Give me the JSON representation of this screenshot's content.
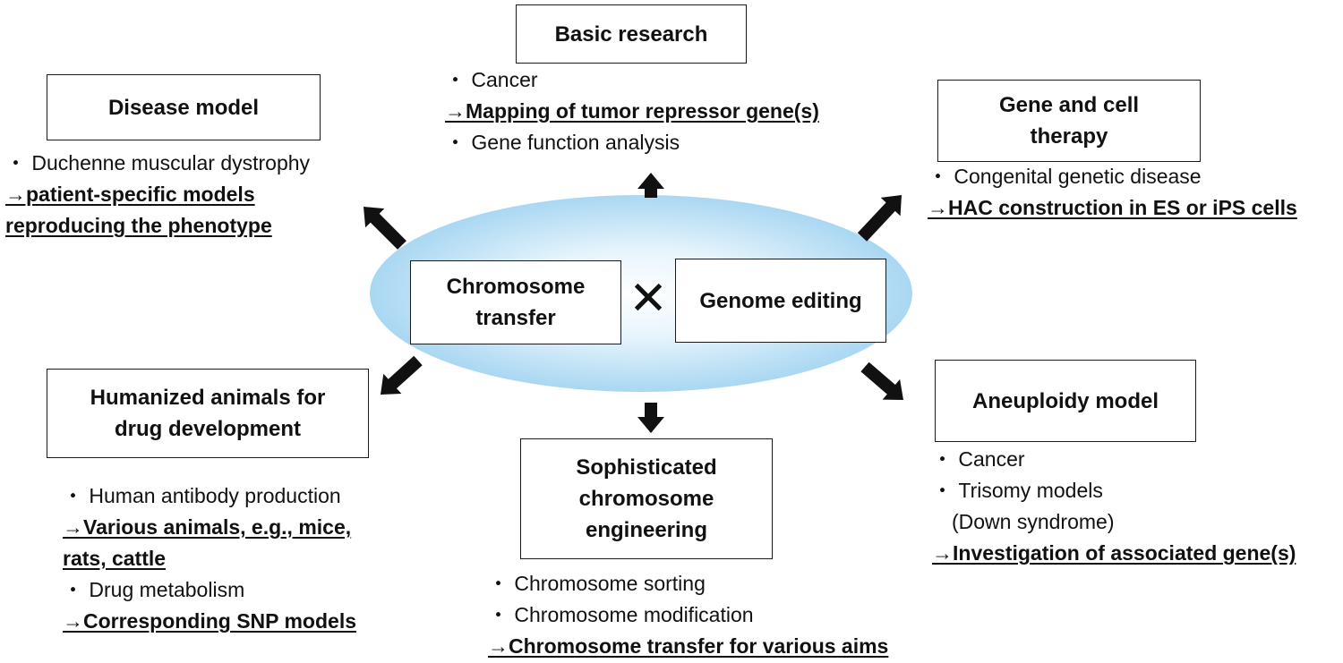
{
  "center": {
    "left_box": [
      "Chromosome",
      "transfer"
    ],
    "cross": "✕",
    "right_box": "Genome editing"
  },
  "basic_research": {
    "title": "Basic research",
    "items": [
      {
        "text": "・ Cancer",
        "bold": false
      },
      {
        "text": "→Mapping of tumor repressor gene(s)",
        "bold": true
      },
      {
        "text": "・ Gene function analysis",
        "bold": false
      }
    ]
  },
  "disease_model": {
    "title": "Disease model",
    "items": [
      {
        "text": "・ Duchenne muscular dystrophy",
        "bold": false
      },
      {
        "text": "→patient-specific models",
        "bold": true
      },
      {
        "text": "reproducing the phenotype",
        "bold": true
      }
    ]
  },
  "gene_cell_therapy": {
    "title": [
      "Gene and cell",
      "therapy"
    ],
    "items": [
      {
        "text": "・ Congenital genetic disease",
        "bold": false
      },
      {
        "text": "→HAC construction in ES or iPS cells",
        "bold": true
      }
    ]
  },
  "humanized_animals": {
    "title": [
      "Humanized animals for",
      "drug development"
    ],
    "items": [
      {
        "text": "・ Human antibody production",
        "bold": false
      },
      {
        "text": "→Various animals, e.g., mice,",
        "bold": true
      },
      {
        "text": "rats, cattle",
        "bold": true
      },
      {
        "text": "・ Drug metabolism",
        "bold": false
      },
      {
        "text": "→Corresponding SNP models",
        "bold": true
      }
    ]
  },
  "chromosome_engineering": {
    "title": [
      "Sophisticated",
      "chromosome",
      "engineering"
    ],
    "items": [
      {
        "text": "・ Chromosome sorting",
        "bold": false
      },
      {
        "text": "・ Chromosome modification",
        "bold": false
      },
      {
        "text": "→Chromosome transfer for various aims",
        "bold": true
      }
    ]
  },
  "aneuploidy_model": {
    "title": "Aneuploidy model",
    "items": [
      {
        "text": "・ Cancer",
        "bold": false
      },
      {
        "text": "・ Trisomy models",
        "bold": false
      },
      {
        "text": "(Down syndrome)",
        "bold": false
      },
      {
        "text": "→Investigation of  associated gene(s)",
        "bold": true
      }
    ]
  },
  "colors": {
    "ellipse_center": "#ffffff",
    "ellipse_edge": "#a9d7f2",
    "arrow": "#111111",
    "border": "#1a1a1a"
  }
}
